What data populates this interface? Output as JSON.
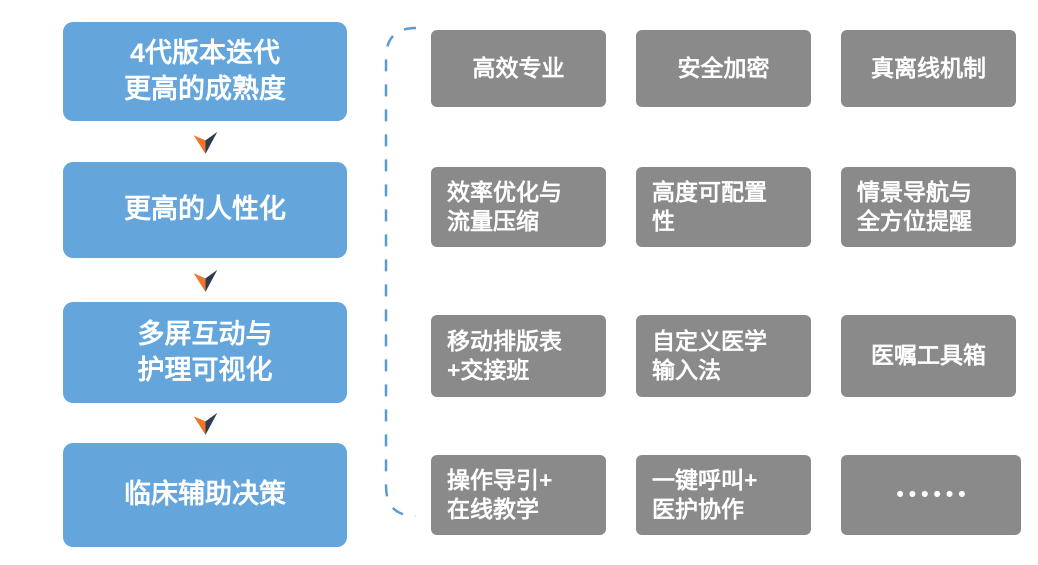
{
  "palette": {
    "stage_blue": "#64A5DC",
    "feature_gray": "#8A8A8A",
    "arrow_orange": "#F0752B",
    "arrow_navy": "#2E3A4E",
    "brace_blue": "#5B9BD5",
    "text_white": "#FFFFFF"
  },
  "left_column": {
    "items": [
      {
        "lines": [
          "4代版本迭代",
          "更高的成熟度"
        ]
      },
      {
        "lines": [
          "更高的人性化"
        ]
      },
      {
        "lines": [
          "多屏互动与",
          "护理可视化"
        ]
      },
      {
        "lines": [
          "临床辅助决策"
        ]
      }
    ]
  },
  "grid": {
    "rows": [
      {
        "cells": [
          {
            "lines": [
              "高效专业"
            ]
          },
          {
            "lines": [
              "安全加密"
            ]
          },
          {
            "lines": [
              "真离线机制"
            ]
          }
        ]
      },
      {
        "cells": [
          {
            "lines": [
              "效率优化与",
              "流量压缩"
            ]
          },
          {
            "lines": [
              "高度可配置",
              "性"
            ]
          },
          {
            "lines": [
              "情景导航与",
              "全方位提醒"
            ]
          }
        ]
      },
      {
        "cells": [
          {
            "lines": [
              "移动排版表",
              "+交接班"
            ]
          },
          {
            "lines": [
              "自定义医学",
              "输入法"
            ]
          },
          {
            "lines": [
              "医嘱工具箱"
            ]
          }
        ]
      },
      {
        "cells": [
          {
            "lines": [
              "操作导引+",
              "在线教学"
            ]
          },
          {
            "lines": [
              "一键呼叫+",
              "医护协作"
            ]
          },
          {
            "lines": [
              "••••••"
            ]
          }
        ]
      }
    ]
  }
}
